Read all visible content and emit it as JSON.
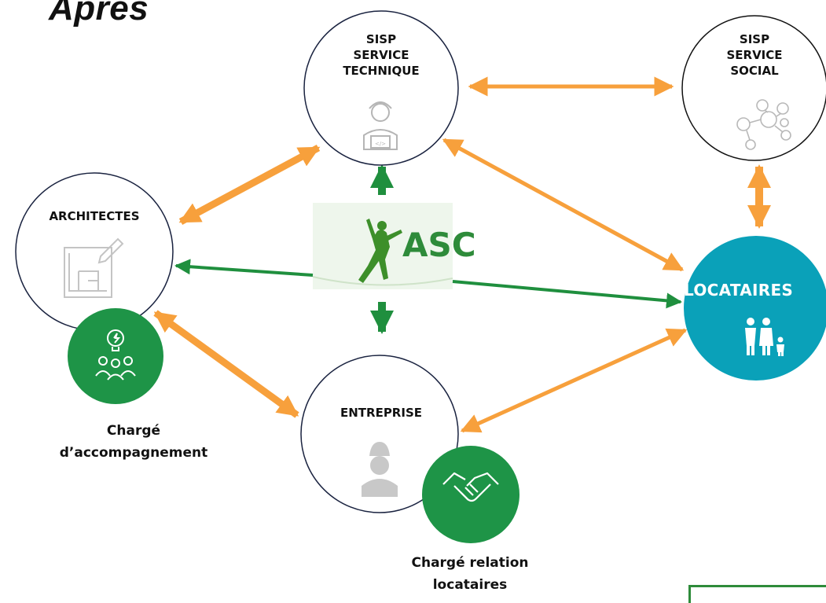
{
  "title": "Après",
  "nodes": {
    "service_technique": "SISP\nSERVICE\nTECHNIQUE",
    "service_social": "SISP\nSERVICE\nSOCIAL",
    "architectes": "ARCHITECTES",
    "entreprise": "ENTREPRISE",
    "locataires": "LOCATAIRES"
  },
  "asc": "ASC",
  "roles": {
    "charge_accompagnement": "Chargé\nd’accompagnement",
    "charge_relation": "Chargé relation\nlocataires"
  },
  "colors": {
    "orange": "#f7a03c",
    "green": "#2e8b3a",
    "role_green": "#1e9447",
    "teal": "#0aa1b9",
    "icon_grey": "#b5b5b5"
  },
  "icons": {
    "service_technique": "developer-laptop-icon",
    "service_social": "network-people-icon",
    "architectes": "blueprint-pencil-icon",
    "entreprise": "worker-helmet-icon",
    "locataires": "family-icon",
    "charge_accompagnement": "team-idea-icon",
    "charge_relation": "handshake-icon",
    "asc": "tightrope-walker-icon"
  }
}
